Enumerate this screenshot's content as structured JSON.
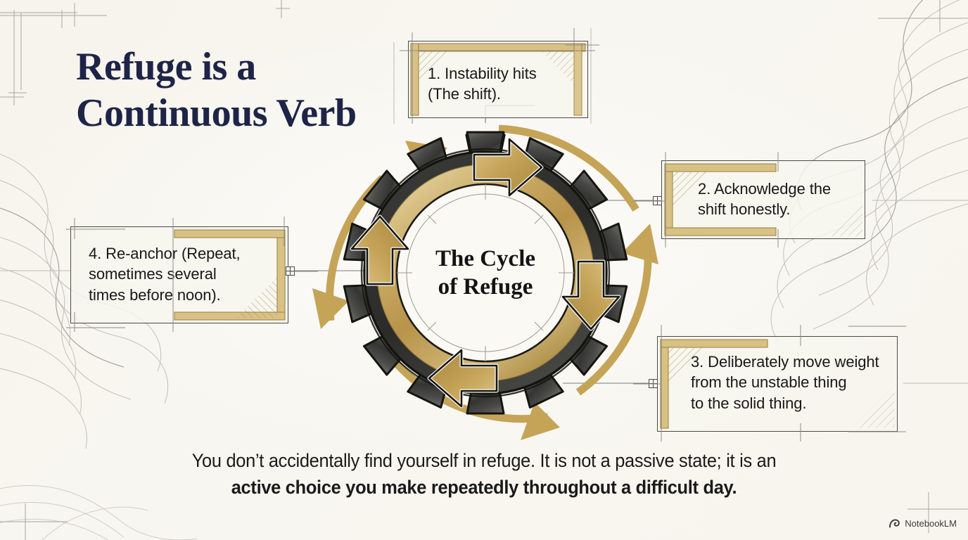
{
  "page": {
    "title_line1": "Refuge is a",
    "title_line2": "Continuous Verb",
    "title_full": "Refuge is a\nContinuous Verb",
    "background_color": "#F8F6F0",
    "accent_gold": "#C5A458",
    "accent_navy": "#1E2448",
    "ink": "#181818"
  },
  "hub": {
    "label_line1": "The Cycle",
    "label_line2": "of Refuge",
    "label_full": "The Cycle\nof Refuge"
  },
  "steps": [
    {
      "id": 1,
      "number": "1.",
      "text": "1. Instability hits\n(The shift).",
      "position": "top",
      "bracket_side": "left"
    },
    {
      "id": 2,
      "number": "2.",
      "text": "2. Acknowledge the\nshift honestly.",
      "position": "right-upper",
      "bracket_side": "left"
    },
    {
      "id": 3,
      "number": "3.",
      "text": "3. Deliberately move weight\nfrom the unstable thing\nto the solid thing.",
      "position": "right-lower",
      "bracket_side": "left"
    },
    {
      "id": 4,
      "number": "4.",
      "text": "4. Re-anchor (Repeat,\nsometimes several\ntimes before noon).",
      "position": "left",
      "bracket_side": "right"
    }
  ],
  "footer": {
    "line1": "You don’t accidentally find yourself in refuge. It is not a passive state; it is an",
    "line2": "active choice you make repeatedly throughout a difficult day."
  },
  "watermark": {
    "label": "NotebookLM",
    "icon": "notebooklm-spiral-icon"
  },
  "chart_data": {
    "type": "diagram",
    "diagram_kind": "cycle",
    "title": "The Cycle of Refuge",
    "center_label": "The Cycle of Refuge",
    "direction": "clockwise",
    "node_count": 4,
    "nodes": [
      {
        "order": 1,
        "label": "Instability hits (The shift)."
      },
      {
        "order": 2,
        "label": "Acknowledge the shift honestly."
      },
      {
        "order": 3,
        "label": "Deliberately move weight from the unstable thing to the solid thing."
      },
      {
        "order": 4,
        "label": "Re-anchor (Repeat, sometimes several times before noon)."
      }
    ],
    "gear_teeth": 14,
    "arrow_positions": [
      "north",
      "east",
      "south",
      "west"
    ]
  }
}
